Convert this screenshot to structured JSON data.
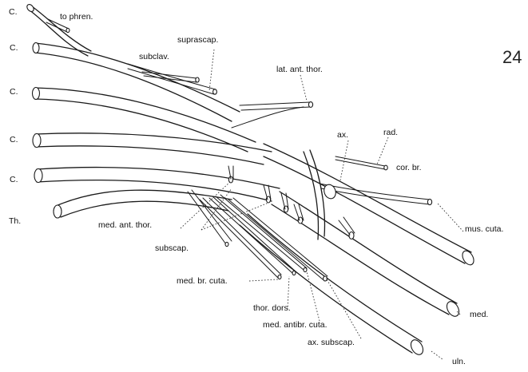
{
  "plate_number": "24",
  "root_labels": [
    "C.",
    "C.",
    "C.",
    "C.",
    "C.",
    "Th."
  ],
  "labels": {
    "to_phren": "to phren.",
    "suprascap": "suprascap.",
    "subclav": "subclav.",
    "lat_ant_thor": "lat. ant. thor.",
    "ax": "ax.",
    "rad": "rad.",
    "cor_br": "cor. br.",
    "mus_cuta": "mus. cuta.",
    "med_ant_thor": "med. ant. thor.",
    "subscap": "subscap.",
    "med_br_cuta": "med. br. cuta.",
    "thor_dors": "thor. dors.",
    "med_antibr_cuta": "med. antibr. cuta.",
    "ax_subscap": "ax. subscap.",
    "med": "med.",
    "uln": "uln."
  }
}
